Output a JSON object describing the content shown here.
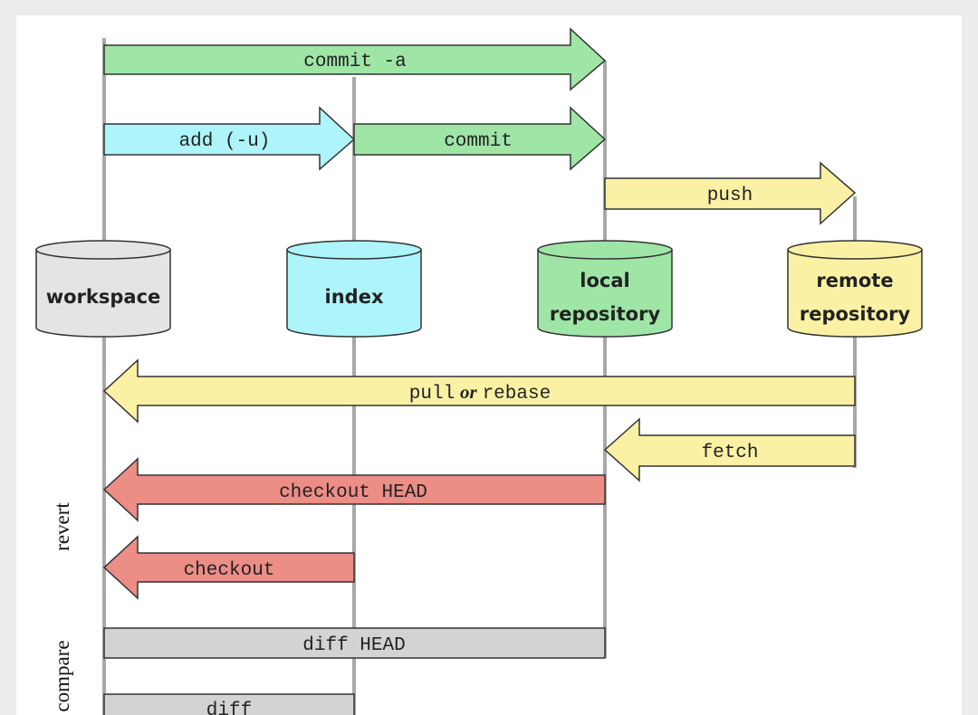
{
  "diagram": {
    "colors": {
      "workspace": "#e4e4e4",
      "index": "#aef4fb",
      "local": "#9fe6a6",
      "remote": "#fbf1a4",
      "revert": "#ec8d86",
      "compare": "#d3d3d3",
      "lane": "#a8a8a8",
      "stroke": "#333333"
    },
    "nodes": {
      "workspace": {
        "label": "workspace"
      },
      "index": {
        "label": "index"
      },
      "local": {
        "label_line1": "local",
        "label_line2": "repository"
      },
      "remote": {
        "label_line1": "remote",
        "label_line2": "repository"
      }
    },
    "arrows": {
      "commit_a": {
        "label": "commit -a"
      },
      "add": {
        "label": "add (-u)"
      },
      "commit": {
        "label": "commit"
      },
      "push": {
        "label": "push"
      },
      "pull_rebase": {
        "label_pull": "pull",
        "label_or": "or",
        "label_rebase": "rebase"
      },
      "fetch": {
        "label": "fetch"
      },
      "checkout_head": {
        "label": "checkout HEAD"
      },
      "checkout": {
        "label": "checkout"
      },
      "diff_head": {
        "label": "diff HEAD"
      },
      "diff": {
        "label": "diff"
      }
    },
    "groups": {
      "revert": {
        "label": "revert"
      },
      "compare": {
        "label": "compare"
      }
    }
  }
}
